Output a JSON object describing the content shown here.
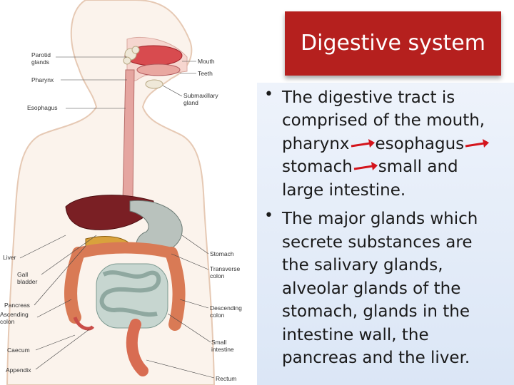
{
  "title": "Digestive system",
  "diagram_labels": {
    "parotid": "Parotid\nglands",
    "pharynx": "Pharynx",
    "esophagus": "Esophagus",
    "mouth": "Mouth",
    "teeth": "Teeth",
    "submaxillary": "Submaxillary\ngland",
    "liver": "Liver",
    "gall_bladder": "Gall\nbladder",
    "pancreas": "Pancreas",
    "ascending_colon": "Ascending\ncolon",
    "caecum": "Caecum",
    "appendix": "Appendix",
    "stomach": "Stomach",
    "transverse_colon": "Transverse\ncolon",
    "descending_colon": "Descending\ncolon",
    "small_intestine": "Small\nintestine",
    "rectum": "Rectum"
  },
  "bullets": [
    {
      "lines": [
        "The digestive tract is",
        "comprised of the mouth,",
        [
          "pharynx",
          "esophagus"
        ],
        [
          "stomach",
          "small and"
        ],
        "large intestine."
      ]
    },
    {
      "lines": [
        "The major glands which",
        "secrete substances are",
        "the salivary glands,",
        "alveolar glands of the",
        "stomach, glands in the",
        "intestine wall, the",
        "pancreas and the liver."
      ]
    }
  ],
  "bullet_symbol": "•",
  "colors": {
    "title_bg": "#b5201e",
    "arrow": "#d4141c",
    "panel_top": "#eef3fb",
    "panel_bottom": "#dbe6f6"
  }
}
